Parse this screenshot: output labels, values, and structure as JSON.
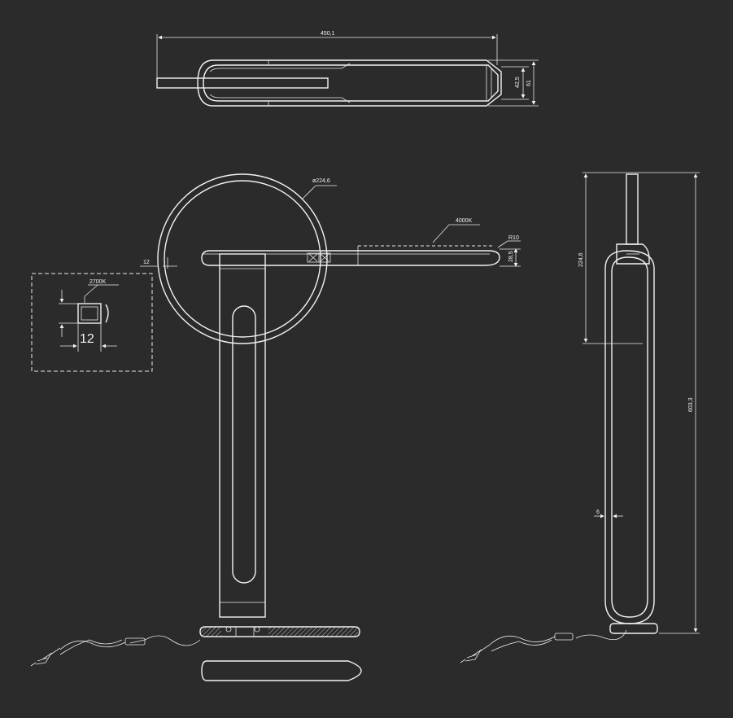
{
  "dimensions": {
    "top_width": "450,1",
    "top_h1": "42,5",
    "top_h2": "61",
    "disc_diameter": "ø224,6",
    "color_temp_main": "4000K",
    "radius": "R10",
    "head_thickness": "28,5",
    "left_offset": "12",
    "detail_temp": "2700K",
    "detail_width": "12",
    "side_upper": "224,6",
    "side_total": "603,3",
    "side_small": "6"
  },
  "colors": {
    "background": "#2b2b2b",
    "line": "#f2f2f2"
  }
}
